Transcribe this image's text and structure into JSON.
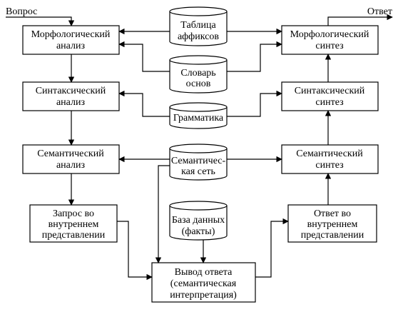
{
  "io": {
    "question_label": "Вопрос",
    "answer_label": "Ответ"
  },
  "left_column": [
    {
      "line1": "Морфологический",
      "line2": "анализ"
    },
    {
      "line1": "Синтаксический",
      "line2": "анализ"
    },
    {
      "line1": "Семантический",
      "line2": "анализ"
    },
    {
      "line1": "Запрос во",
      "line2": "внутреннем",
      "line3": "представлении"
    }
  ],
  "right_column": [
    {
      "line1": "Морфологический",
      "line2": "синтез"
    },
    {
      "line1": "Синтаксический",
      "line2": "синтез"
    },
    {
      "line1": "Семантический",
      "line2": "синтез"
    },
    {
      "line1": "Ответ во",
      "line2": "внутреннем",
      "line3": "представлении"
    }
  ],
  "stores": [
    {
      "line1": "Таблица",
      "line2": "аффиксов"
    },
    {
      "line1": "Словарь",
      "line2": "основ"
    },
    {
      "line1": "Грамматика"
    },
    {
      "line1": "Семантичес-",
      "line2": "кая сеть"
    },
    {
      "line1": "База данных",
      "line2": "(факты)"
    }
  ],
  "output_box": {
    "line1": "Вывод ответа",
    "line2": "(семантическая",
    "line3": "интерпретация)"
  },
  "colors": {
    "line": "#000000",
    "box_fill": "#ffffff"
  }
}
